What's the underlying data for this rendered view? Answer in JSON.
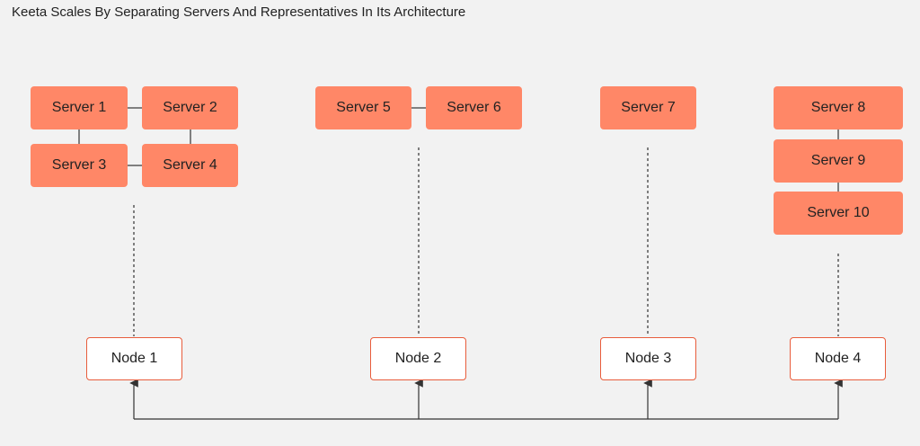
{
  "title": "Keeta Scales By Separating Servers And Representatives In Its Architecture",
  "servers": [
    {
      "label": "Server 1"
    },
    {
      "label": "Server 2"
    },
    {
      "label": "Server 3"
    },
    {
      "label": "Server 4"
    },
    {
      "label": "Server 5"
    },
    {
      "label": "Server 6"
    },
    {
      "label": "Server 7"
    },
    {
      "label": "Server 8"
    },
    {
      "label": "Server 9"
    },
    {
      "label": "Server 10"
    }
  ],
  "nodes": [
    {
      "label": "Node 1"
    },
    {
      "label": "Node 2"
    },
    {
      "label": "Node 3"
    },
    {
      "label": "Node 4"
    }
  ],
  "colors": {
    "background": "#f2f2f2",
    "server_fill": "#ff8767",
    "node_border": "#e85d3c",
    "node_fill": "#ffffff",
    "connector": "#333333"
  }
}
